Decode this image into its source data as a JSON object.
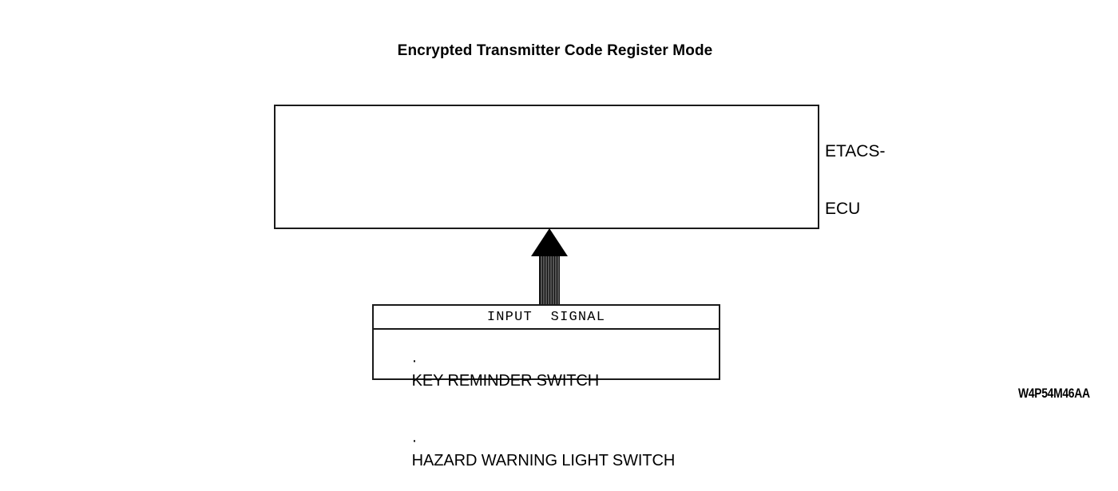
{
  "figure": {
    "title": "Encrypted Transmitter Code Register Mode",
    "code": "W4P54M46AA",
    "background_color": "#ffffff",
    "line_color": "#1a1a1a"
  },
  "ecu": {
    "label_line1": "ETACS-",
    "label_line2": "ECU",
    "label_full": "ETACS-ECU"
  },
  "arrow": {
    "name": "input-signal-arrow",
    "direction": "up",
    "style": "striped-bus-arrow",
    "stripe_count": 9,
    "color": "#000000"
  },
  "input_signal": {
    "header": "INPUT  SIGNAL",
    "bullet": "·",
    "items": [
      "KEY REMINDER SWITCH",
      "HAZARD WARNING LIGHT SWITCH"
    ]
  }
}
